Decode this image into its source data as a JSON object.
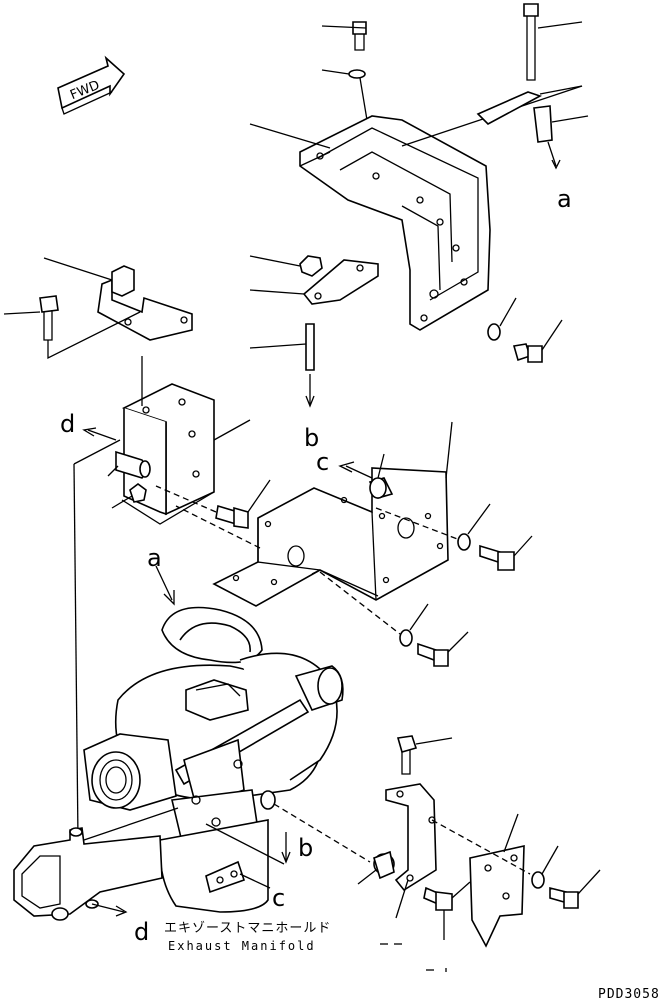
{
  "figure": {
    "fwd_label": "FWD",
    "labels": {
      "a_top": "a",
      "a_mid": "a",
      "b_mid": "b",
      "b_low": "b",
      "c_mid": "c",
      "c_low": "c",
      "d_mid": "d",
      "d_low": "d"
    },
    "caption_jp": "エキゾーストマニホールド",
    "caption_en": "Exhaust Manifold",
    "code": "PDD3058"
  }
}
